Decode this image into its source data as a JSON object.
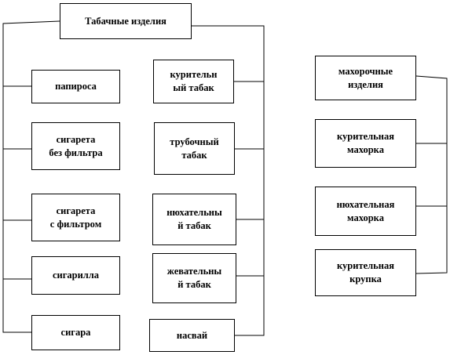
{
  "diagram": {
    "root": "Табачные изделия",
    "left_column": [
      "папироса",
      "сигарета\nбез фильтра",
      "сигарета\nс фильтром",
      "сигарилла",
      "сигара"
    ],
    "middle_column": [
      "курительн\nый табак",
      "трубочный\nтабак",
      "нюхательны\nй табак",
      "жевательны\nй табак",
      "насвай"
    ],
    "right_column": [
      "махорочные\nизделия",
      "курительная\nмахорка",
      "нюхательная\nмахорка",
      "курительная\nкрупка"
    ]
  }
}
